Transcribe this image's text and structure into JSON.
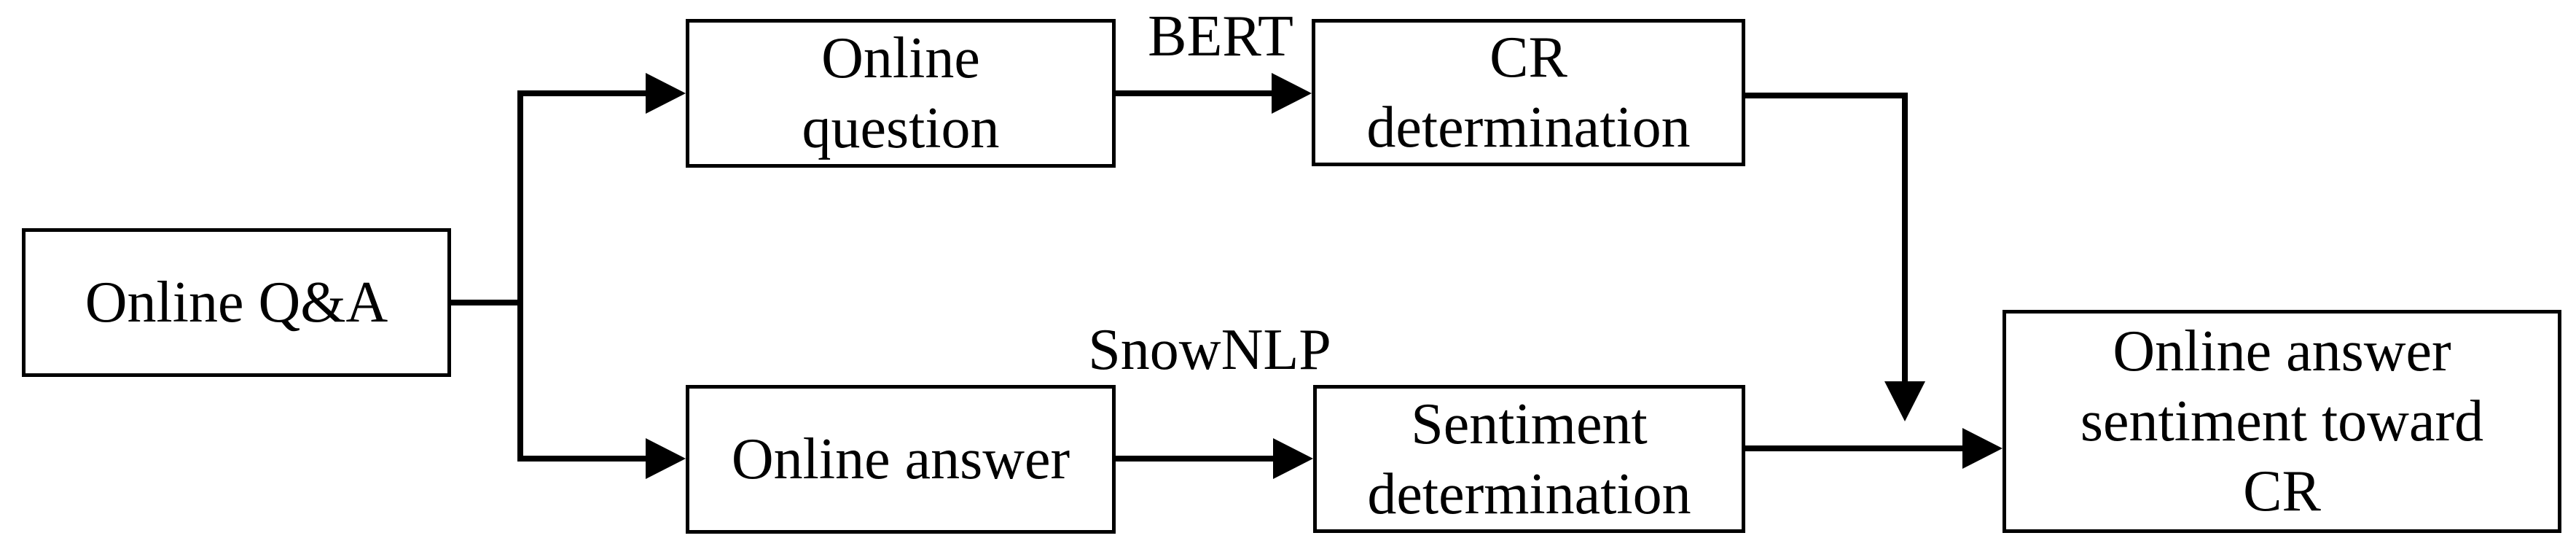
{
  "diagram": {
    "type": "flowchart",
    "background_color": "#ffffff",
    "stroke_color": "#000000",
    "text_color": "#000000",
    "nodes": [
      {
        "id": "online-qa",
        "label": "Online Q&A"
      },
      {
        "id": "online-question",
        "label": "Online\nquestion"
      },
      {
        "id": "cr-determination",
        "label": "CR\ndetermination"
      },
      {
        "id": "online-answer",
        "label": "Online answer"
      },
      {
        "id": "sentiment-determination",
        "label": "Sentiment\ndetermination"
      },
      {
        "id": "online-answer-sentiment-toward-cr",
        "label": "Online answer\nsentiment toward\nCR"
      }
    ],
    "edges": [
      {
        "from": "online-qa",
        "to": "online-question",
        "label": ""
      },
      {
        "from": "online-qa",
        "to": "online-answer",
        "label": ""
      },
      {
        "from": "online-question",
        "to": "cr-determination",
        "label": "BERT"
      },
      {
        "from": "online-answer",
        "to": "sentiment-determination",
        "label": "SnowNLP"
      },
      {
        "from": "cr-determination",
        "to": "online-answer-sentiment-toward-cr",
        "label": ""
      },
      {
        "from": "sentiment-determination",
        "to": "online-answer-sentiment-toward-cr",
        "label": ""
      }
    ]
  }
}
